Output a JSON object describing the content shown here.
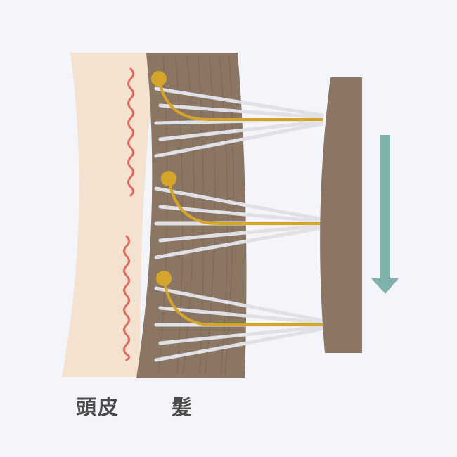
{
  "labels": {
    "scalp": "頭皮",
    "hair": "髪"
  },
  "colors": {
    "background": "#f4f5fa",
    "scalp": "#f5e1cf",
    "hair_band": "#8a7663",
    "hair_band_streak": "#6f5d4c",
    "brush_block": "#8a7663",
    "bristle": "#dfe1e6",
    "gold_strand": "#d4a52a",
    "wavy_line": "#e06a5e",
    "arrow": "#7fb2ad"
  },
  "diagram": {
    "anchor_count": 3,
    "bristles_per_anchor": 5,
    "wavy_lines": 2,
    "arrow_direction": "down"
  }
}
